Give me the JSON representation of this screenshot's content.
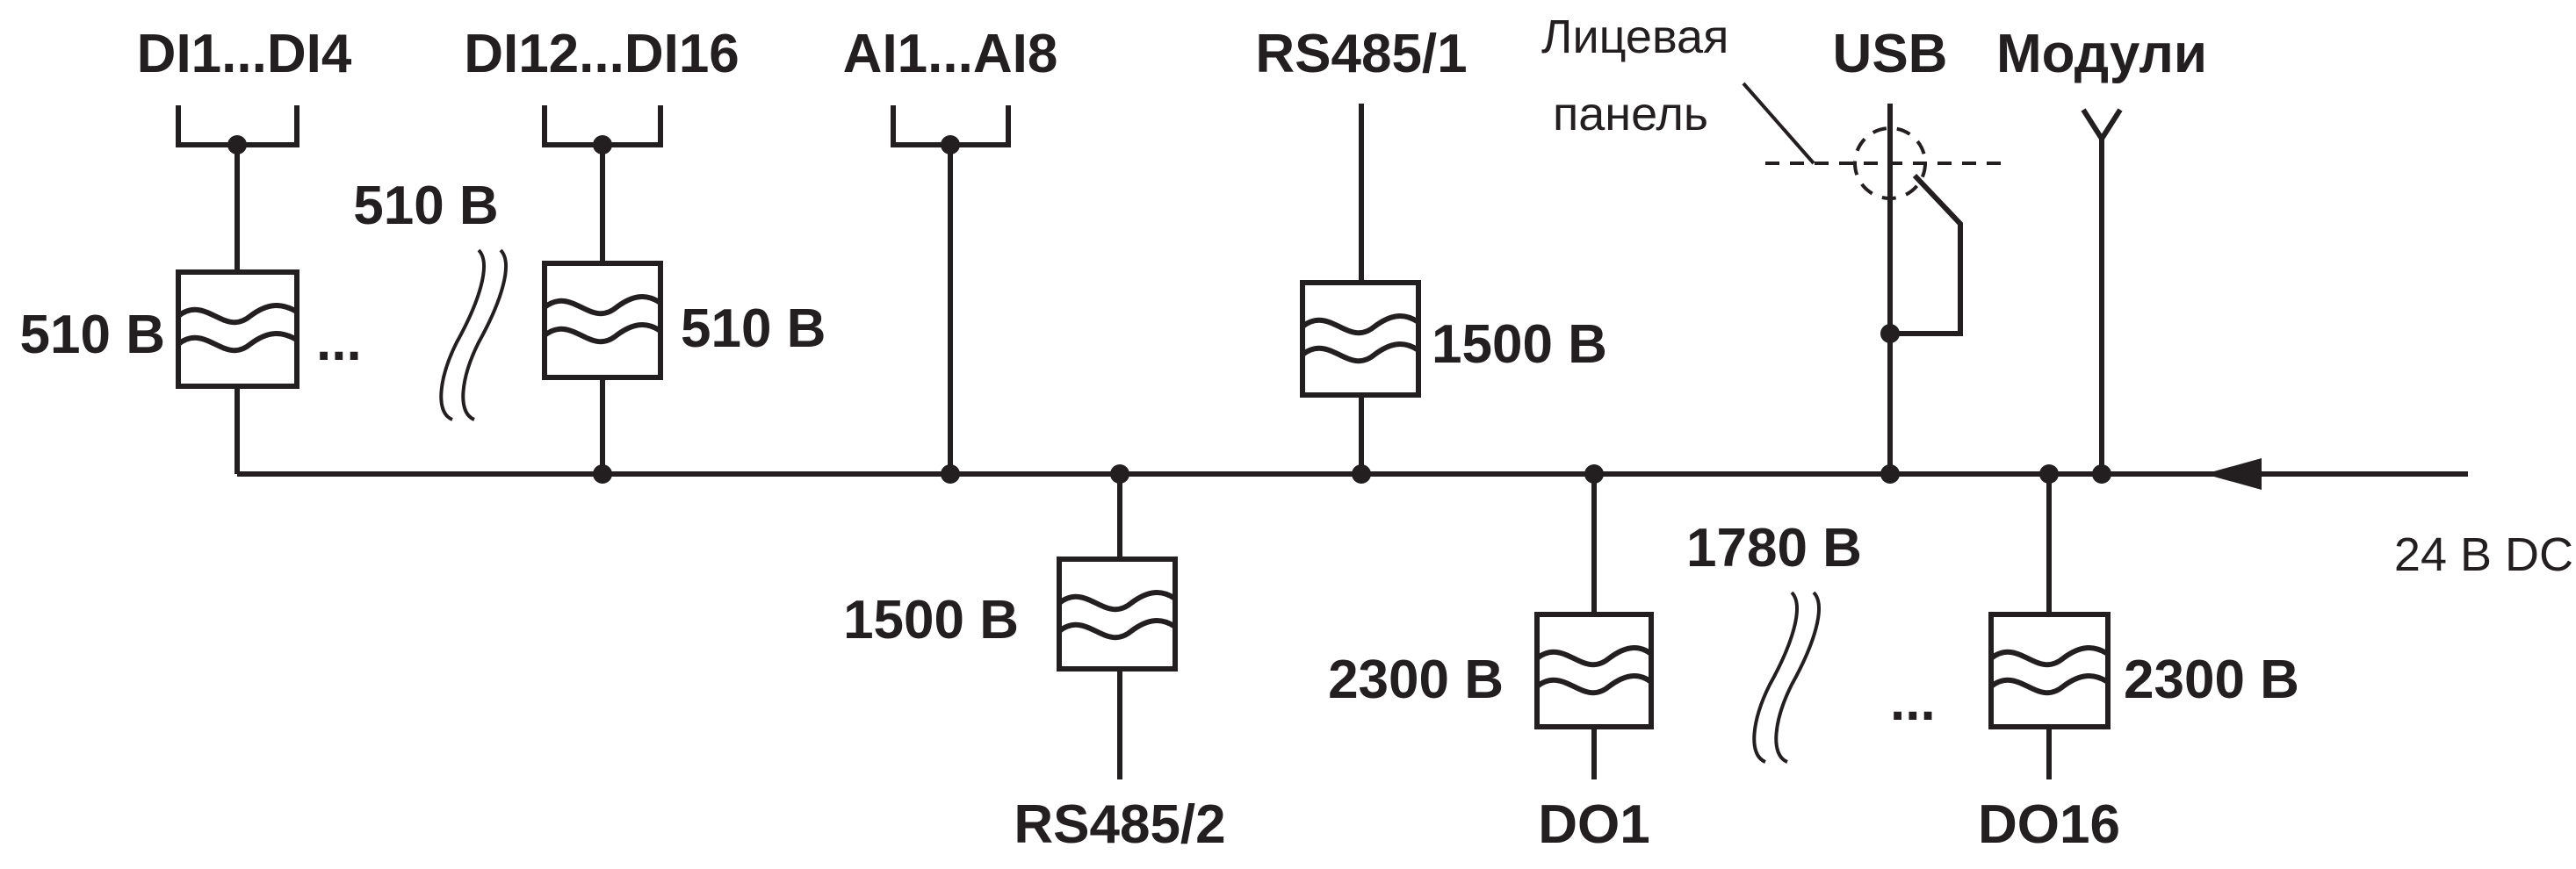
{
  "diagram": {
    "top_terminals": {
      "di1_4": "DI1...DI4",
      "di12_16": "DI12...DI16",
      "ai1_8": "AI1...AI8",
      "rs485_1": "RS485/1",
      "usb": "USB",
      "modules": "Модули"
    },
    "front_panel": [
      "Лицевая",
      "панель"
    ],
    "bottom_terminals": {
      "rs485_2": "RS485/2",
      "do1": "DO1",
      "do16": "DO16"
    },
    "power_input": "24 В DC",
    "isolation": {
      "di_left": "510 В",
      "di_between": "510 В",
      "di_right": "510 В",
      "rs485_1": "1500 В",
      "rs485_2": "1500 В",
      "do1": "2300 В",
      "do_between": "1780 В",
      "do16": "2300 В"
    },
    "ellipsis": "..."
  }
}
